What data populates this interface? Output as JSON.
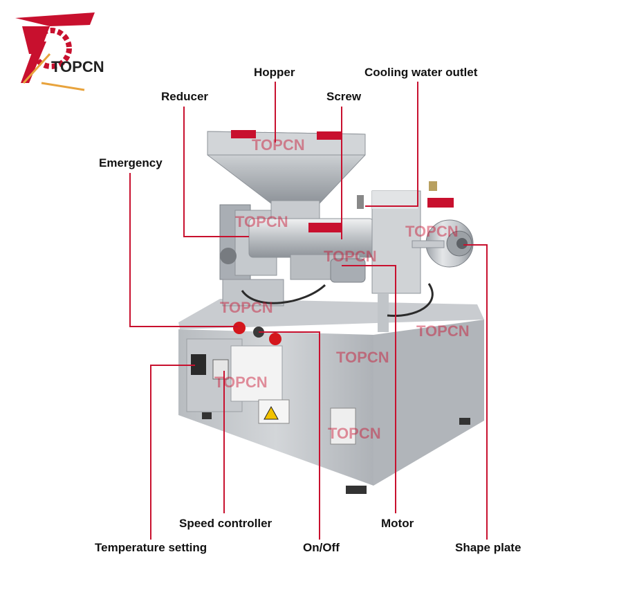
{
  "brand": {
    "logo_text": "TOPCN",
    "watermark": "TOPCN",
    "plate_text": "TOPCN"
  },
  "colors": {
    "leader": "#c8102e",
    "steel_light": "#d9dbde",
    "steel_mid": "#b4b8bd",
    "steel_dark": "#8e9399",
    "button_red": "#d4161c",
    "label_text": "#111111"
  },
  "labels": {
    "hopper": "Hopper",
    "cooling_water_outlet": "Cooling water outlet",
    "reducer": "Reducer",
    "screw": "Screw",
    "emergency": "Emergency",
    "speed_controller": "Speed controller",
    "motor": "Motor",
    "temperature_setting": "Temperature setting",
    "on_off": "On/Off",
    "shape_plate": "Shape plate"
  }
}
